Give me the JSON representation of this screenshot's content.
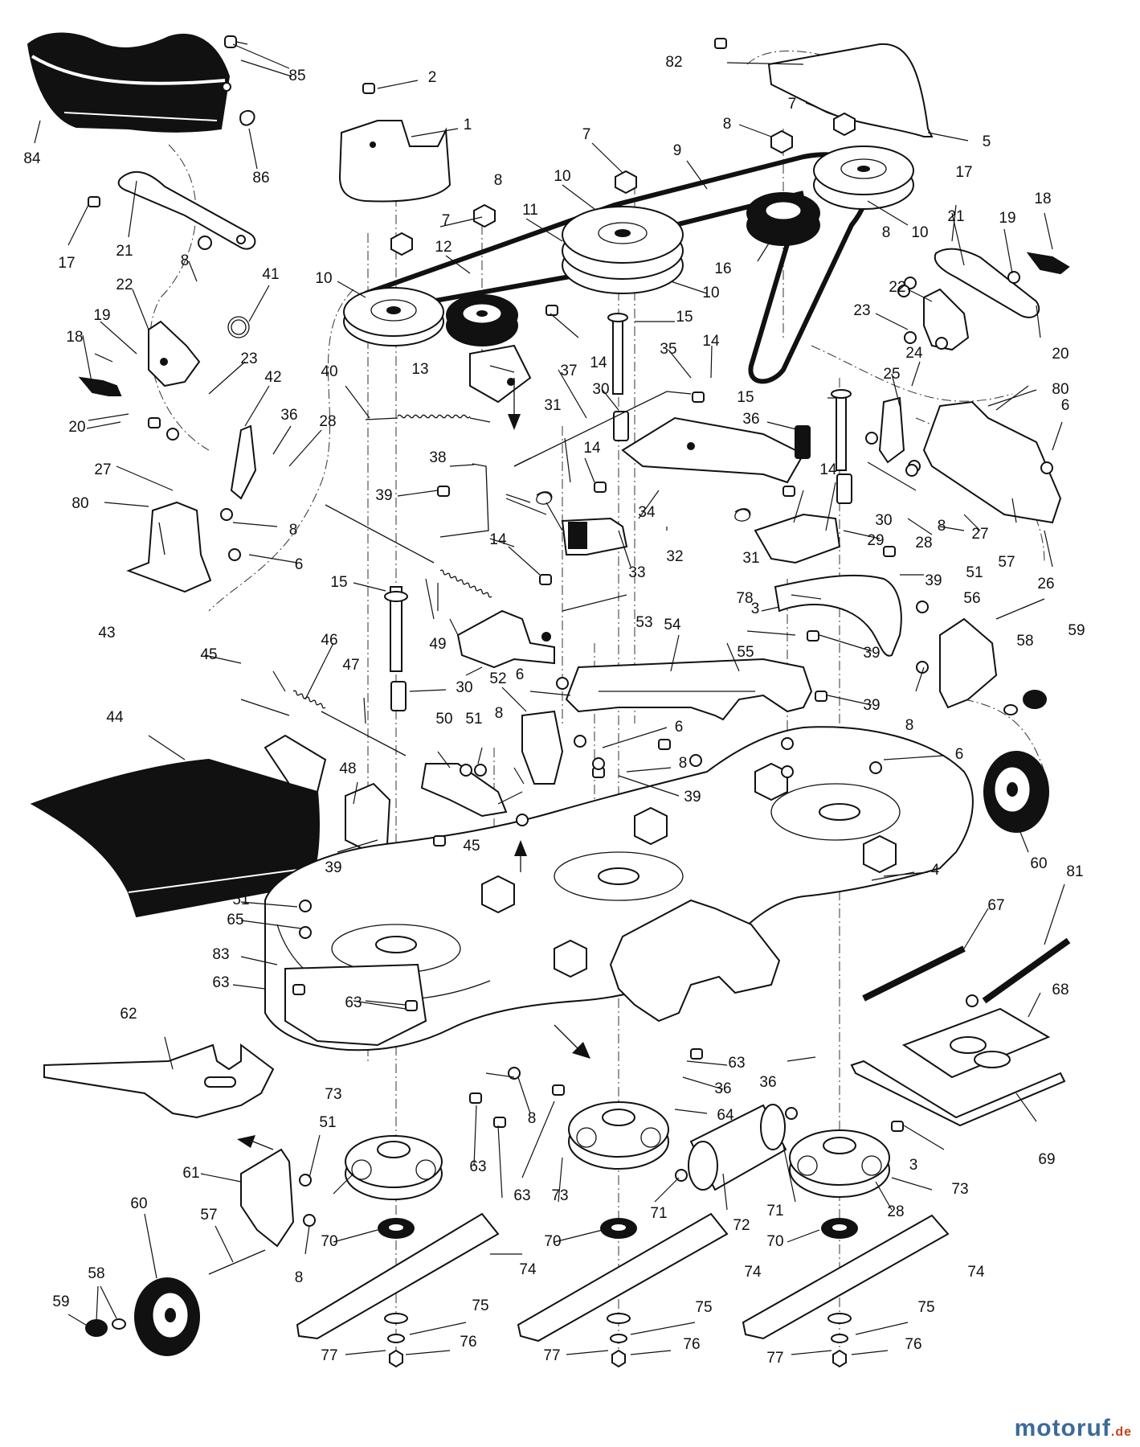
{
  "diagram": {
    "part_labels": [
      "1",
      "2",
      "3",
      "4",
      "5",
      "6",
      "7",
      "8",
      "9",
      "10",
      "11",
      "12",
      "13",
      "14",
      "15",
      "16",
      "17",
      "18",
      "19",
      "20",
      "21",
      "22",
      "23",
      "24",
      "25",
      "26",
      "27",
      "28",
      "29",
      "30",
      "31",
      "32",
      "33",
      "34",
      "35",
      "36",
      "37",
      "38",
      "39",
      "40",
      "41",
      "42",
      "43",
      "44",
      "45",
      "46",
      "47",
      "48",
      "49",
      "50",
      "51",
      "52",
      "53",
      "54",
      "55",
      "56",
      "57",
      "58",
      "59",
      "60",
      "61",
      "62",
      "63",
      "64",
      "65",
      "67",
      "68",
      "69",
      "70",
      "71",
      "72",
      "73",
      "74",
      "75",
      "76",
      "77",
      "78",
      "80",
      "81",
      "82",
      "83",
      "84",
      "85",
      "86"
    ]
  },
  "watermark": {
    "brand": "motoruf",
    "tld": ".de"
  },
  "colors": {
    "line": "#111111",
    "background": "#ffffff",
    "watermark_brand": "#3c6a9a",
    "watermark_tld": "#c8401a"
  }
}
